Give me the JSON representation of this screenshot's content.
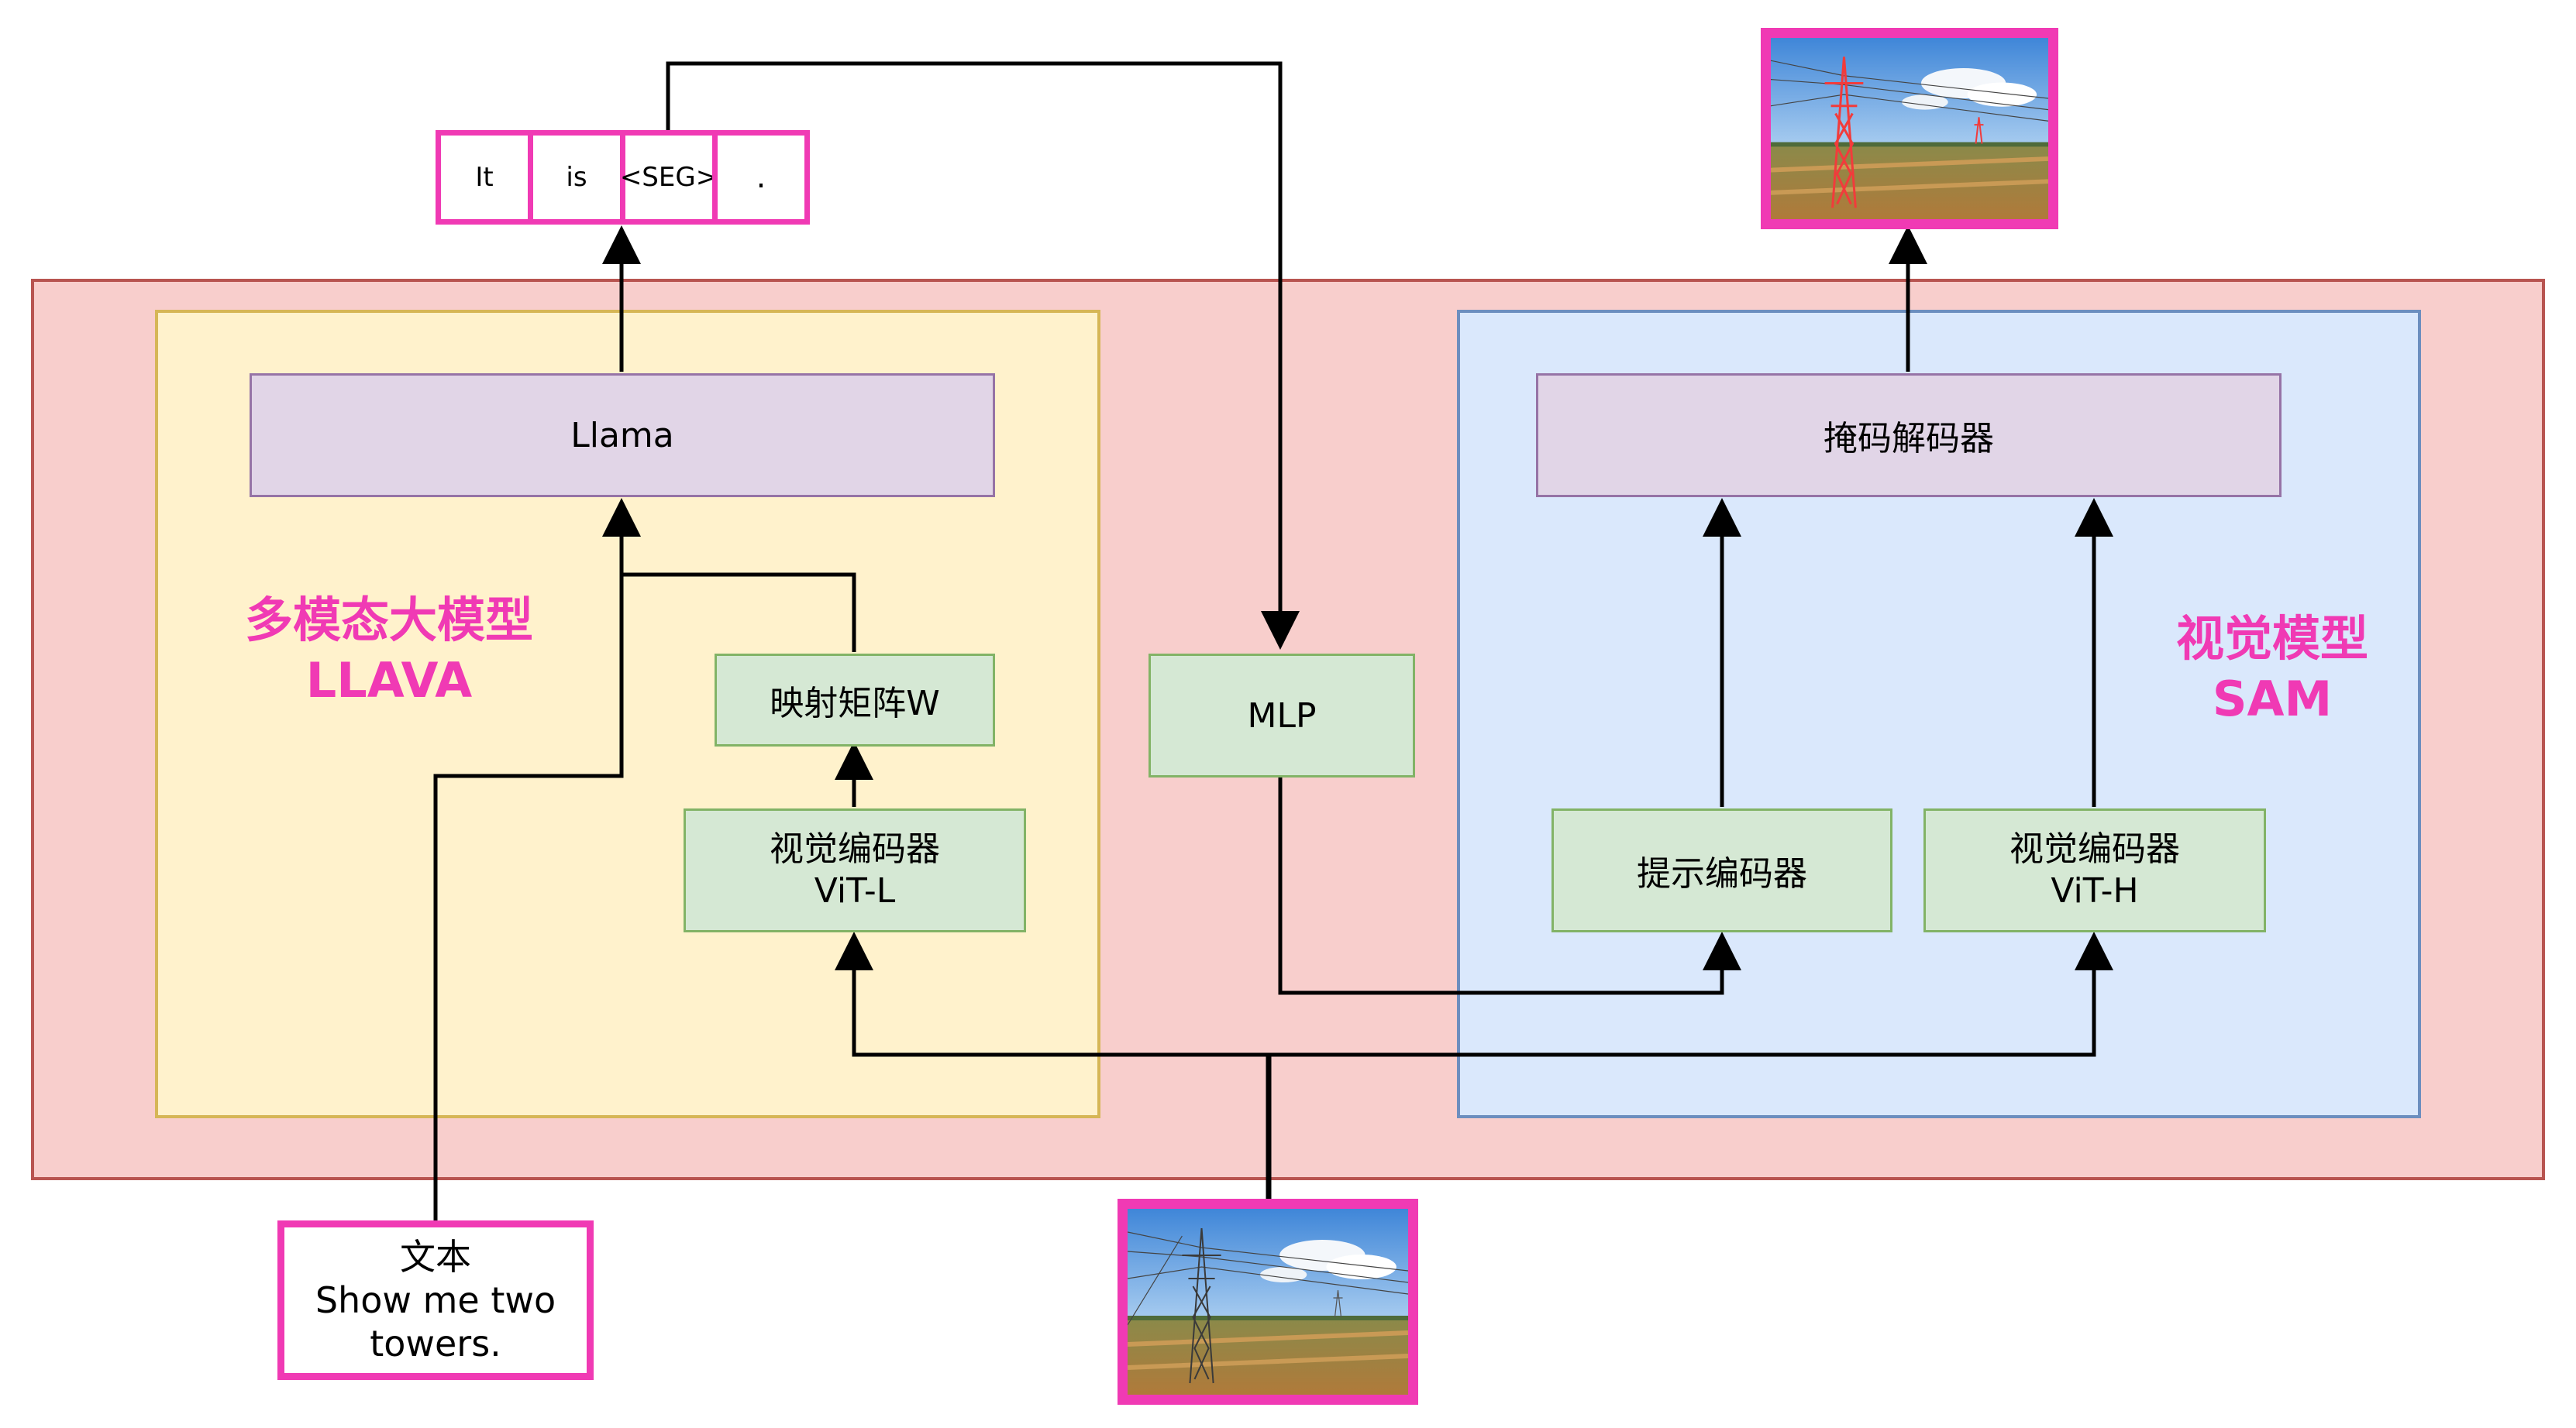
{
  "colors": {
    "outer_fill": "#f8cecc",
    "outer_stroke": "#b85450",
    "llava_fill": "#fff2cc",
    "llava_stroke": "#d6b656",
    "sam_fill": "#dae8fc",
    "sam_stroke": "#6c8ebf",
    "purple_fill": "#e1d5e7",
    "green_fill": "#d5e8d4",
    "accent": "#f03ab4",
    "mask": "#f23b3b"
  },
  "tokens": [
    "It",
    "is",
    "<SEG>",
    "."
  ],
  "llava": {
    "title": "多模态大模型\nLLAVA",
    "llama": "Llama",
    "projection": "映射矩阵W",
    "vision_encoder": "视觉编码器\nViT-L"
  },
  "mlp": "MLP",
  "sam": {
    "title": "视觉模型\nSAM",
    "mask_decoder": "掩码解码器",
    "prompt_encoder": "提示编码器",
    "vision_encoder": "视觉编码器\nViT-H"
  },
  "text_input": "文本\nShow me two\ntowers.",
  "images": {
    "input": "transmission-tower-photo",
    "output": "transmission-tower-photo-with-red-mask"
  }
}
